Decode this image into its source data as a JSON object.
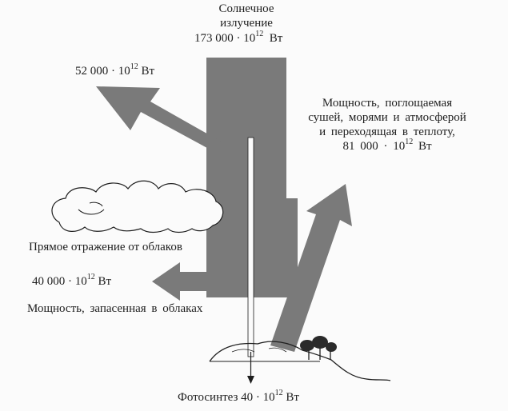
{
  "labels": {
    "solar_title_line1": "Солнечное",
    "solar_title_line2": "излучение",
    "solar_value_mantissa": "173 000 · 10",
    "solar_value_exp": "12",
    "solar_value_unit": "Вт",
    "reflected_value_mantissa": "52 000 · 10",
    "reflected_value_exp": "12",
    "reflected_value_unit": "Вт",
    "absorbed_line1": "Мощность, поглощаемая",
    "absorbed_line2": "сушей, морями и атмосферой",
    "absorbed_line3": "и переходящая в теплоту,",
    "absorbed_value_mantissa": "81 000 · 10",
    "absorbed_value_exp": "12",
    "absorbed_value_unit": "Вт",
    "cloud_reflection": "Прямое отражение от облаков",
    "cloud_stored_value_mantissa": "40 000 · 10",
    "cloud_stored_value_exp": "12",
    "cloud_stored_value_unit": "Вт",
    "cloud_stored_caption": "Мощность, запасенная в облаках",
    "photosynthesis_text": "Фотосинтез 40 · 10",
    "photosynthesis_exp": "12",
    "photosynthesis_unit": "Вт"
  },
  "colors": {
    "arrow_fill": "#7a7a7a",
    "ink": "#1e1e1e",
    "paper": "#fbfbfb"
  }
}
